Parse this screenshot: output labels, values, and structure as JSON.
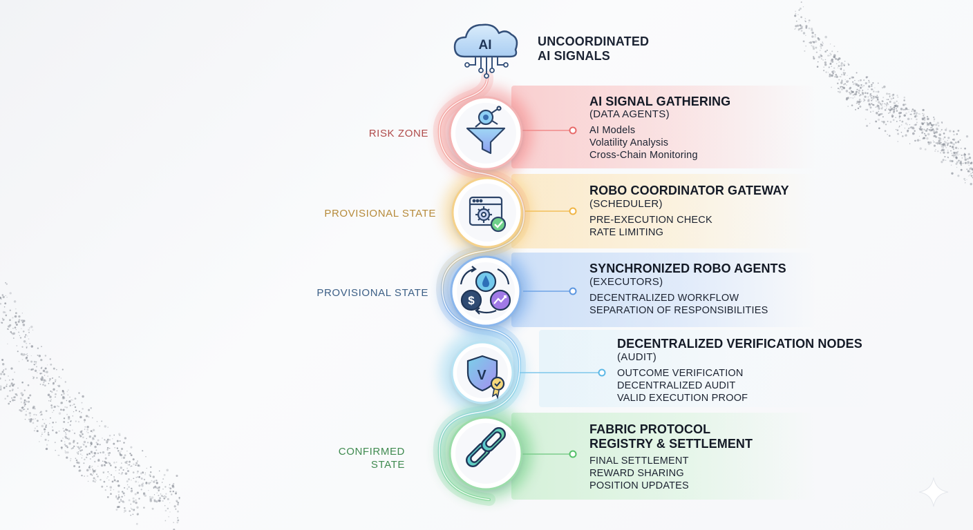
{
  "header": {
    "title": "UNCOORDINATED\nAI SIGNALS",
    "cloud_text": "AI",
    "icon": "ai-cloud-icon"
  },
  "stages": [
    {
      "zone": "RISK ZONE",
      "title": "AI SIGNAL GATHERING",
      "subtitle": "(DATA AGENTS)",
      "items": [
        "AI Models",
        "Volatility Analysis",
        "Cross-Chain Monitoring"
      ],
      "icon": "funnel-icon",
      "color": "#e86a6a"
    },
    {
      "zone": "PROVISIONAL STATE",
      "title": "ROBO COORDINATOR GATEWAY",
      "subtitle": "(SCHEDULER)",
      "items": [
        "PRE-EXECUTION CHECK",
        "RATE LIMITING"
      ],
      "icon": "scheduler-gear-icon",
      "color": "#f0b545"
    },
    {
      "zone": "PROVISIONAL STATE",
      "title": "SYNCHRONIZED ROBO AGENTS",
      "subtitle": "(EXECUTORS)",
      "items": [
        "DECENTRALIZED WORKFLOW",
        "SEPARATION OF RESPONSIBILITIES"
      ],
      "icon": "executors-cycle-icon",
      "color": "#5b96e0"
    },
    {
      "zone": "",
      "title": "DECENTRALIZED VERIFICATION NODES",
      "subtitle": "(AUDIT)",
      "items": [
        "OUTCOME VERIFICATION",
        "DECENTRALIZED AUDIT",
        "VALID EXECUTION PROOF"
      ],
      "icon": "shield-check-icon",
      "color": "#5cb8e6"
    },
    {
      "zone": "CONFIRMED\nSTATE",
      "title": "FABRIC PROTOCOL\nREGISTRY & SETTLEMENT",
      "subtitle": "",
      "items": [
        "FINAL SETTLEMENT",
        "REWARD SHARING",
        "POSITION UPDATES"
      ],
      "icon": "chain-link-icon",
      "color": "#55c06a"
    }
  ],
  "decor": {
    "sparkle_icon": "sparkle-icon"
  }
}
